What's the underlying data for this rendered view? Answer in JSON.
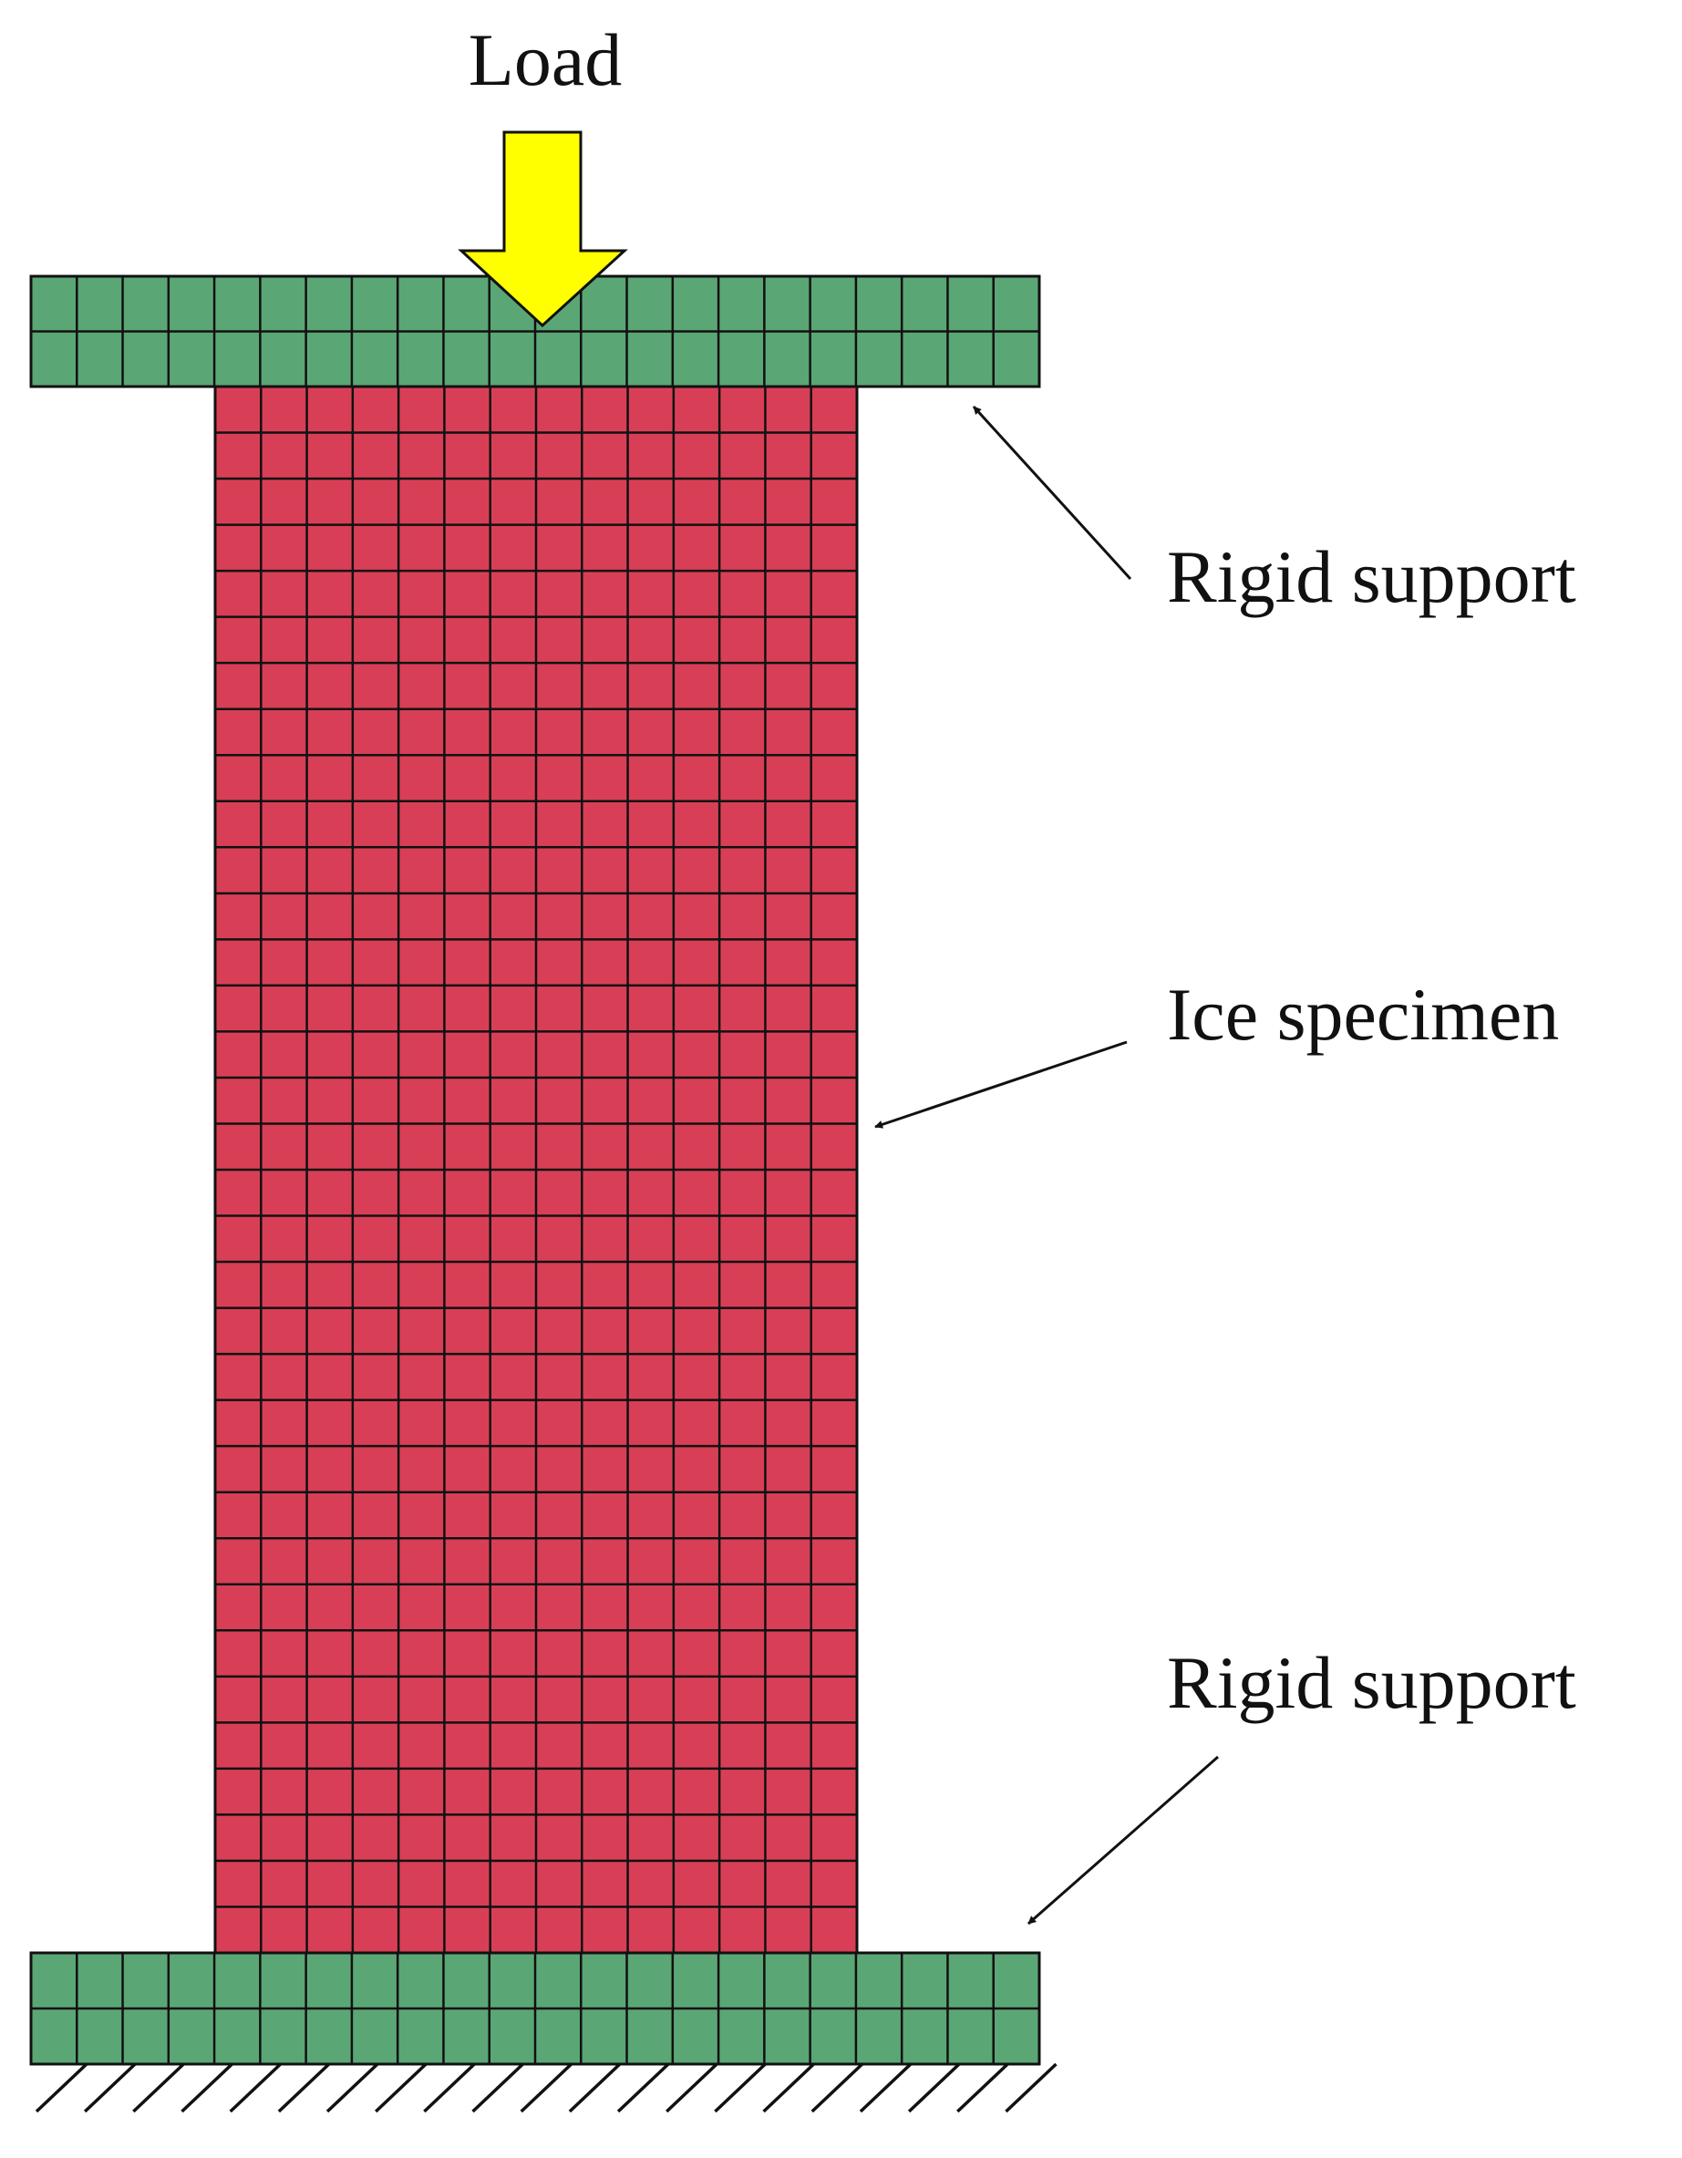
{
  "labels": {
    "load": "Load",
    "top_support": "Rigid support",
    "specimen": "Ice specimen",
    "bottom_support": "Rigid support"
  },
  "mesh": {
    "support_cols": 22,
    "support_rows": 2,
    "specimen_cols": 14,
    "specimen_rows": 34,
    "hatch_count": 21
  },
  "colors": {
    "support": "#5BA675",
    "specimen": "#D83F56",
    "load_arrow": "#FFFF00",
    "grid_line": "#111111"
  }
}
